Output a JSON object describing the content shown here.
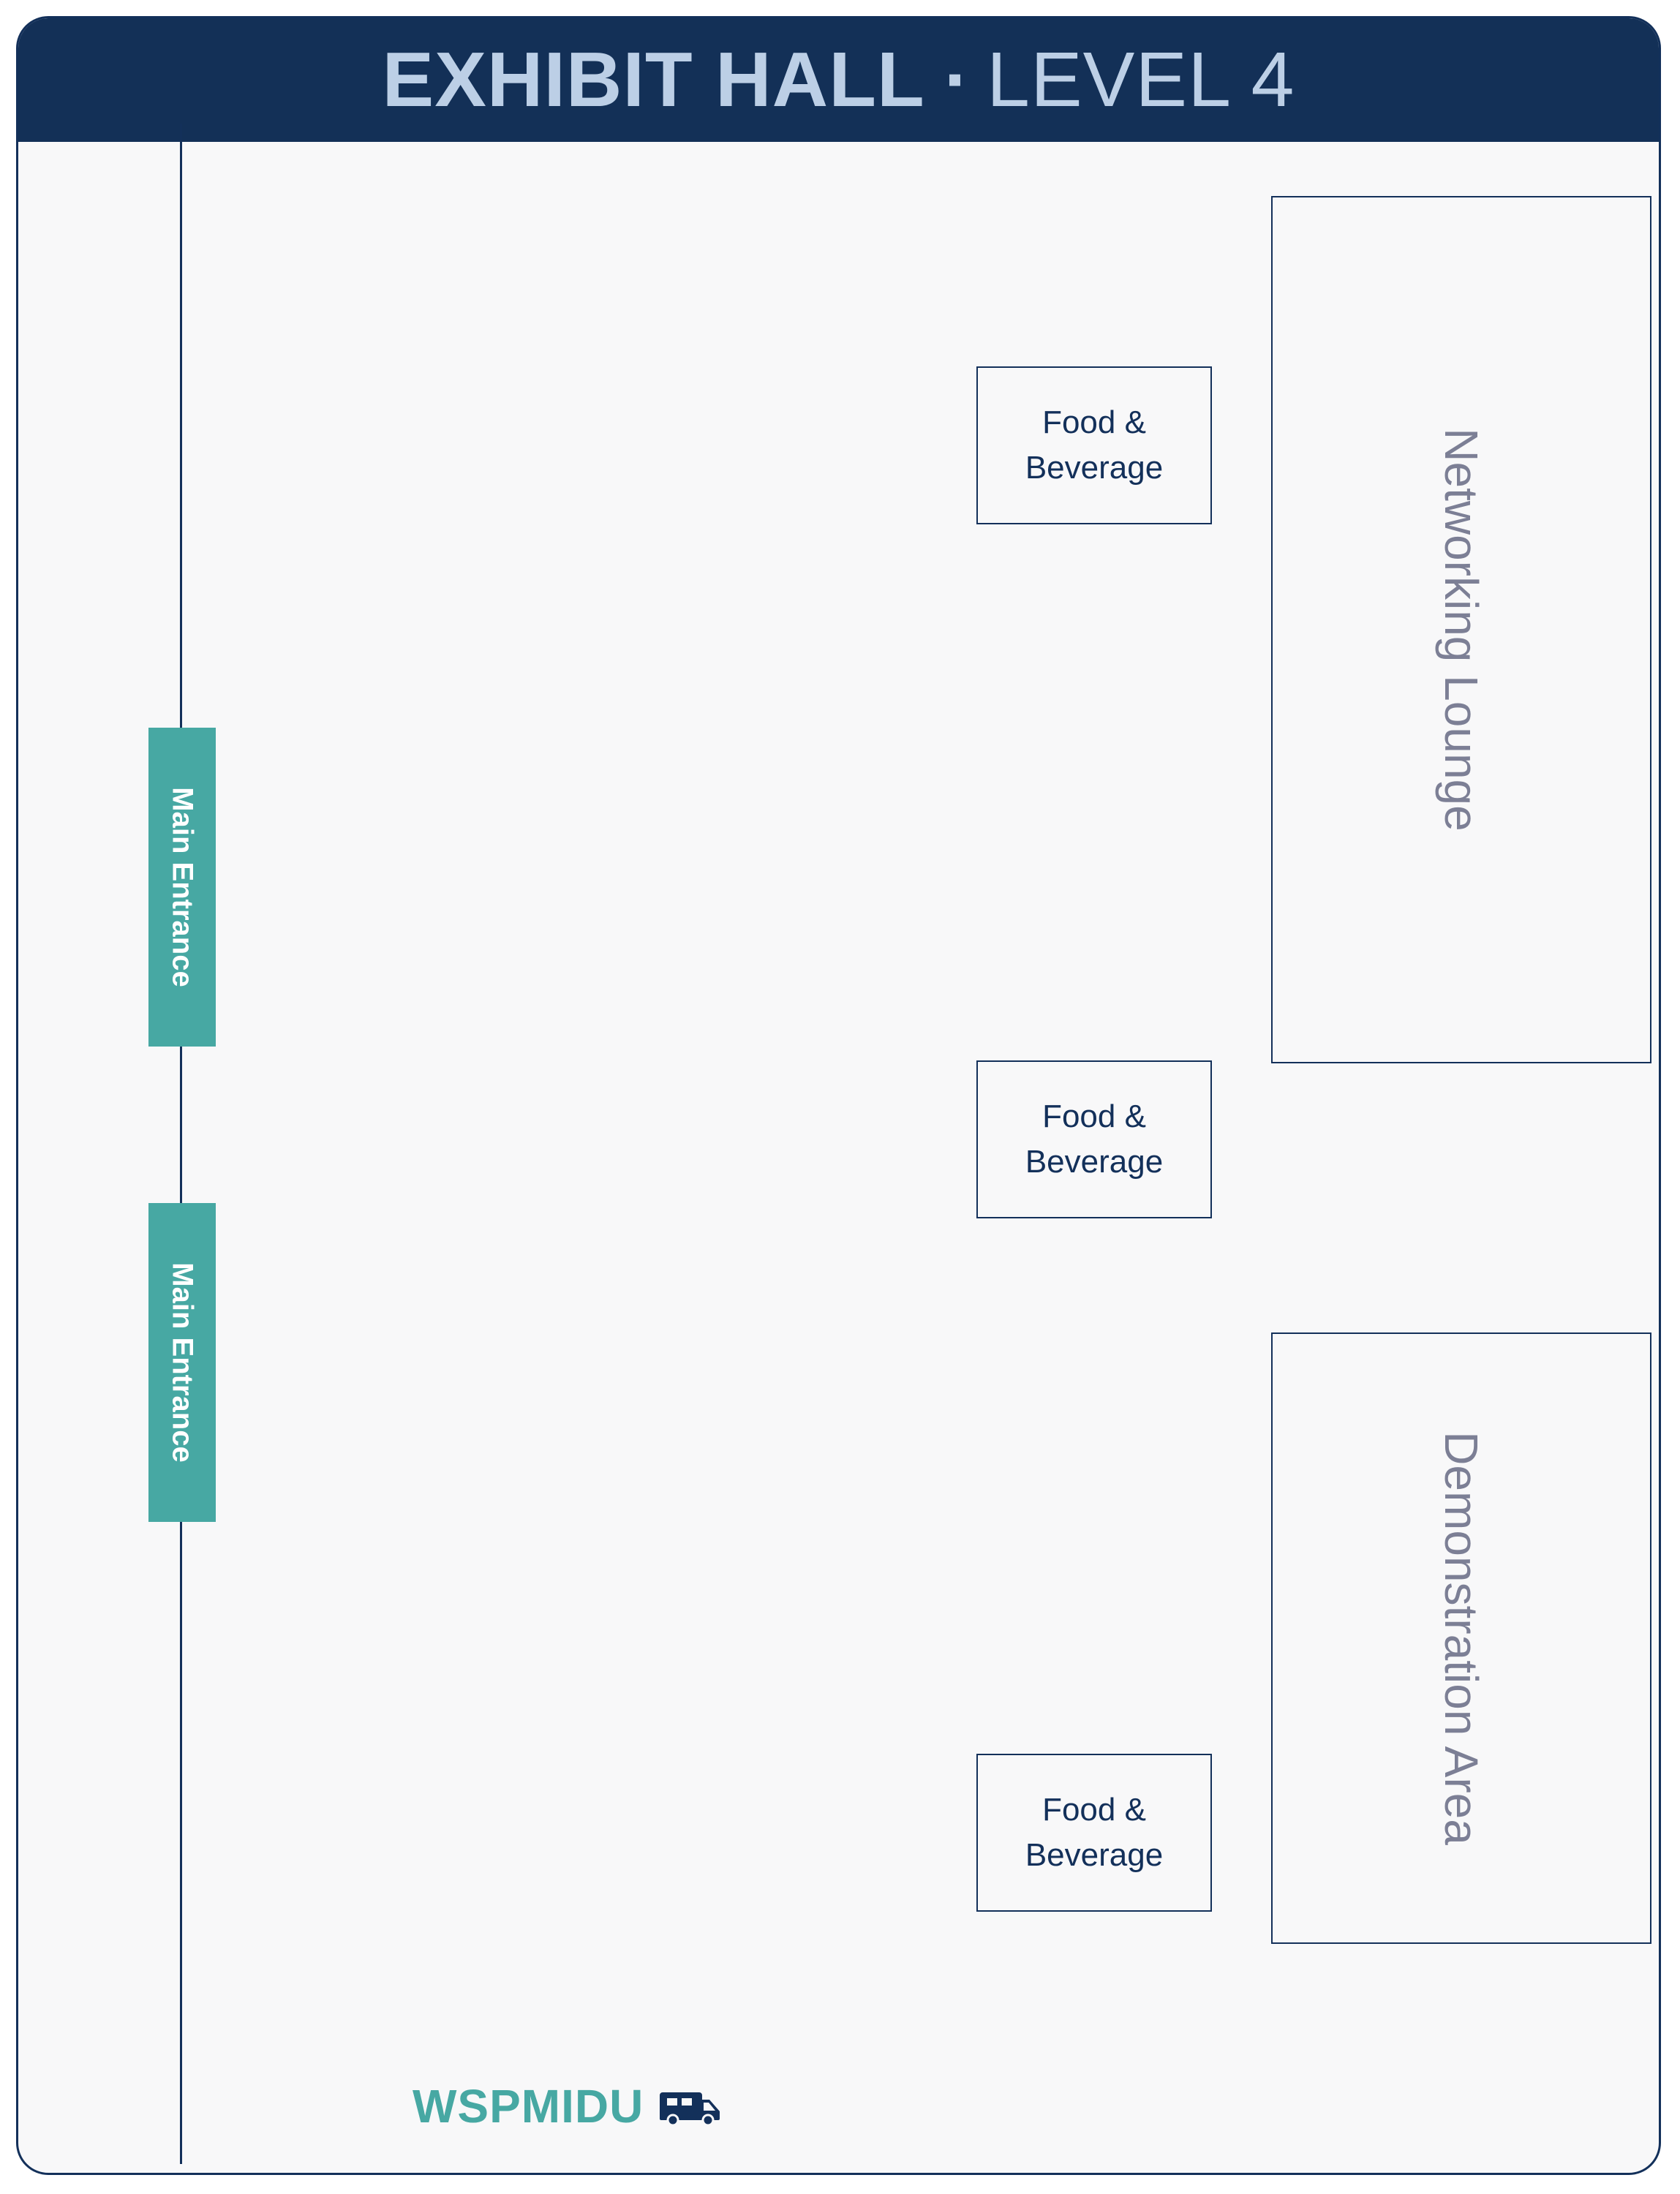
{
  "header": {
    "title_bold": "EXHIBIT HALL",
    "separator": "·",
    "title_light": "LEVEL 4"
  },
  "entrances": [
    {
      "label": "Main Entrance"
    },
    {
      "label": "Main Entrance"
    }
  ],
  "food_beverage": [
    {
      "line1": "Food &",
      "line2": "Beverage"
    },
    {
      "line1": "Food &",
      "line2": "Beverage"
    },
    {
      "line1": "Food &",
      "line2": "Beverage"
    }
  ],
  "zones": {
    "networking_lounge": "Networking Lounge",
    "demonstration_area": "Demonstration Area"
  },
  "brand": {
    "name": "WSPMIDU",
    "icon": "camper-van-icon"
  },
  "colors": {
    "header_bg": "#133057",
    "header_text": "#bccfe6",
    "entrance": "#47a8a3",
    "outline": "#13305a",
    "zone_text": "#7c7f95",
    "brand": "#47a8a3"
  }
}
